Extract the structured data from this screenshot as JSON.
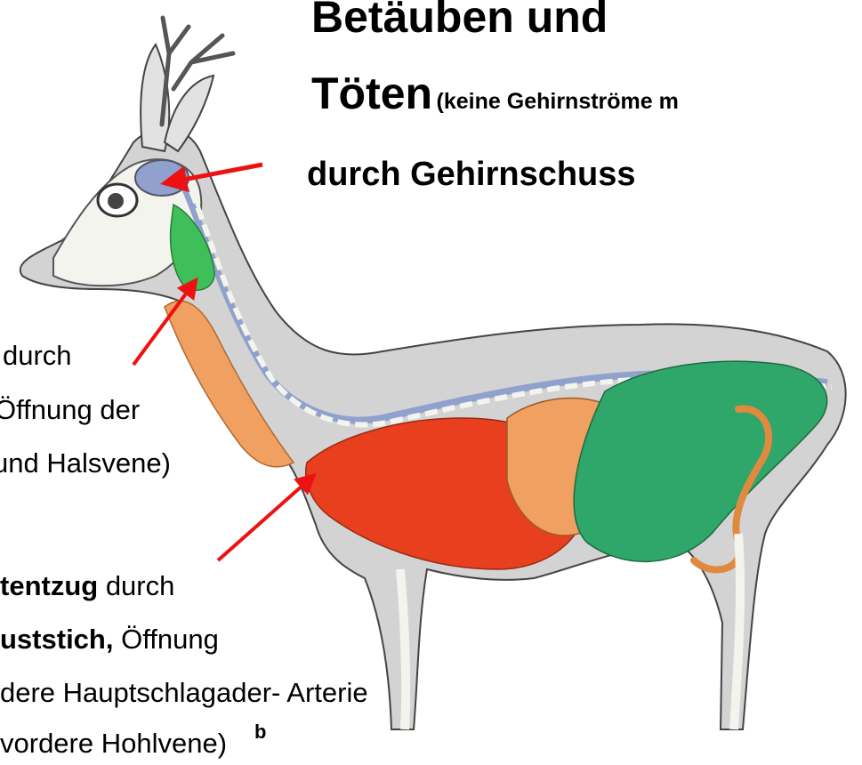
{
  "heading": {
    "line1": "Betäuben und",
    "line2_main": "Töten",
    "line2_note": "(keine Gehirnströme m",
    "method_brain": "durch Gehirnschuss"
  },
  "label_neck": {
    "line1": "durch",
    "line2": "Öffnung der",
    "line3": "und Halsvene)"
  },
  "label_chest": {
    "line1_bold": "tentzug",
    "line1_rest": " durch",
    "line2_bold": "uststich,",
    "line2_rest": " Öffnung",
    "line3": "dere Hauptschlagader- Arterie",
    "line4": "vordere Hohlvene)"
  },
  "figure_letter": "b",
  "colors": {
    "arrow": "#ee1111",
    "brain": "#8fa1cc",
    "nerve_green": "#3fbf5a",
    "muscle_orange": "#f0a060",
    "blood_red": "#e8401e",
    "organ_green": "#2fa66a",
    "body_grey": "#d3d3d3",
    "bone": "#f4f4ee",
    "outline": "#333333"
  },
  "icons": [
    "deer-anatomy-illustration",
    "red-arrow"
  ]
}
